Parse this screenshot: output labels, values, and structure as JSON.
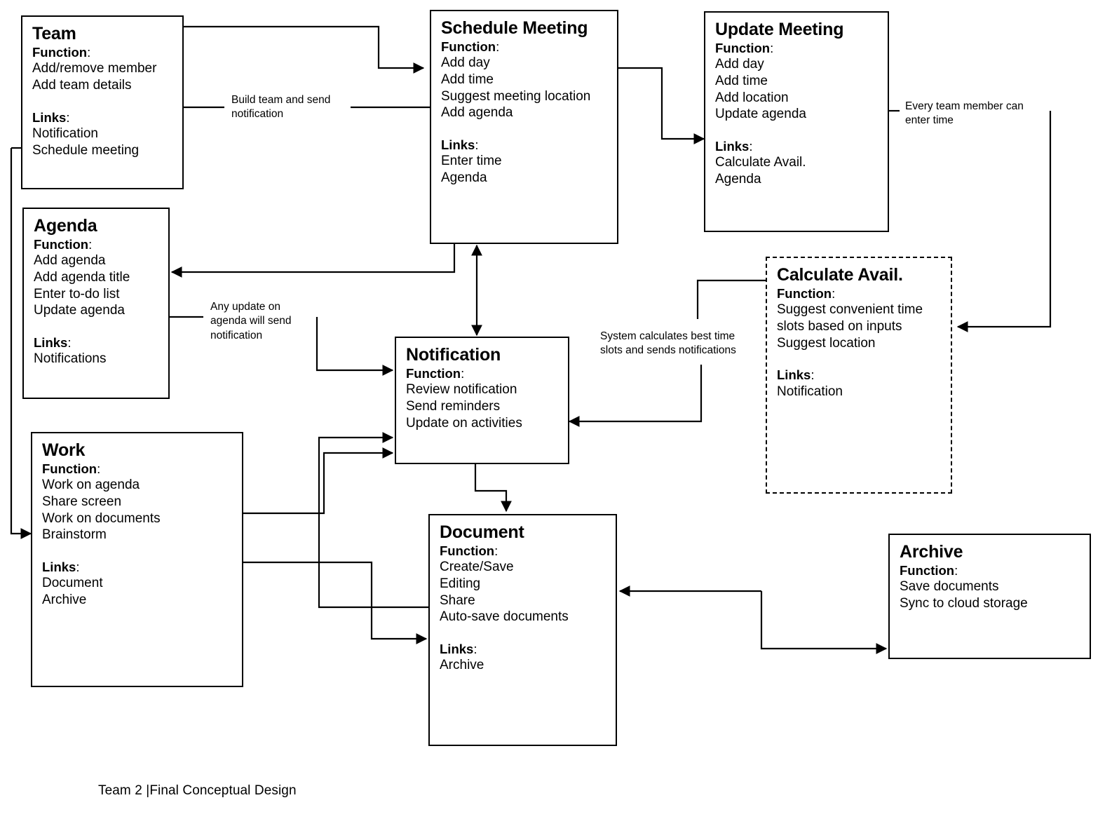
{
  "diagram": {
    "footer_caption": "Team 2 |Final Conceptual Design",
    "function_label": "Function",
    "links_label": "Links",
    "colon": ":"
  },
  "nodes": [
    {
      "id": "team",
      "title": "Team",
      "functions": [
        "Add/remove member",
        "Add team details"
      ],
      "links": [
        "Notification",
        "Schedule meeting"
      ],
      "style": "solid"
    },
    {
      "id": "schedule-meeting",
      "title": "Schedule Meeting",
      "functions": [
        "Add day",
        "Add time",
        "Suggest meeting location",
        "Add agenda"
      ],
      "links": [
        "Enter time",
        "Agenda"
      ],
      "style": "solid"
    },
    {
      "id": "update-meeting",
      "title": "Update Meeting",
      "functions": [
        "Add day",
        "Add time",
        "Add location",
        "Update agenda"
      ],
      "links": [
        "Calculate Avail.",
        "Agenda"
      ],
      "style": "solid"
    },
    {
      "id": "agenda",
      "title": "Agenda",
      "functions": [
        "Add agenda",
        "Add agenda title",
        "Enter to-do list",
        "Update agenda"
      ],
      "links": [
        "Notifications"
      ],
      "style": "solid"
    },
    {
      "id": "calculate-avail",
      "title": "Calculate Avail.",
      "functions": [
        "Suggest convenient time",
        "slots based on inputs",
        "Suggest location"
      ],
      "links": [
        "Notification"
      ],
      "style": "dashed"
    },
    {
      "id": "notification",
      "title": "Notification",
      "functions": [
        "Review notification",
        "Send reminders",
        "Update on activities"
      ],
      "links": [],
      "style": "solid"
    },
    {
      "id": "work",
      "title": "Work",
      "functions": [
        "Work on agenda",
        "Share screen",
        "Work on documents",
        "Brainstorm"
      ],
      "links": [
        "Document",
        "Archive"
      ],
      "style": "solid"
    },
    {
      "id": "document",
      "title": "Document",
      "functions": [
        "Create/Save",
        "Editing",
        "Share",
        "Auto-save documents"
      ],
      "links": [
        "Archive"
      ],
      "style": "solid"
    },
    {
      "id": "archive",
      "title": "Archive",
      "functions": [
        "Save documents",
        "Sync to cloud storage"
      ],
      "links": [],
      "style": "solid"
    }
  ],
  "edge_labels": [
    {
      "id": "build-team",
      "text": "Build team and send\nnotification"
    },
    {
      "id": "any-update-agenda",
      "text": "Any update on\nagenda will send\nnotification"
    },
    {
      "id": "system-calculates",
      "text": "System calculates best time\nslots and sends notifications"
    },
    {
      "id": "every-team-member",
      "text": "Every team member can\nenter time"
    }
  ]
}
